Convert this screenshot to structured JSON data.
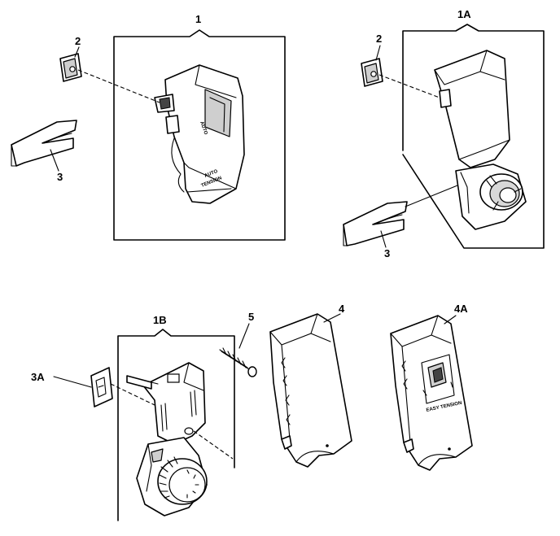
{
  "labels": {
    "callout_1": "1",
    "callout_1a": "1A",
    "callout_1b": "1B",
    "callout_2_left": "2",
    "callout_2_right": "2",
    "callout_3_left": "3",
    "callout_3_right": "3",
    "callout_3a": "3A",
    "callout_4": "4",
    "callout_4a": "4A",
    "callout_5": "5"
  },
  "part_markings": {
    "dial_text": "AUTO",
    "knob_text_top": "AUTO",
    "knob_text_bottom": "TENSION",
    "cover_4a_text": "EASY TENSION"
  }
}
